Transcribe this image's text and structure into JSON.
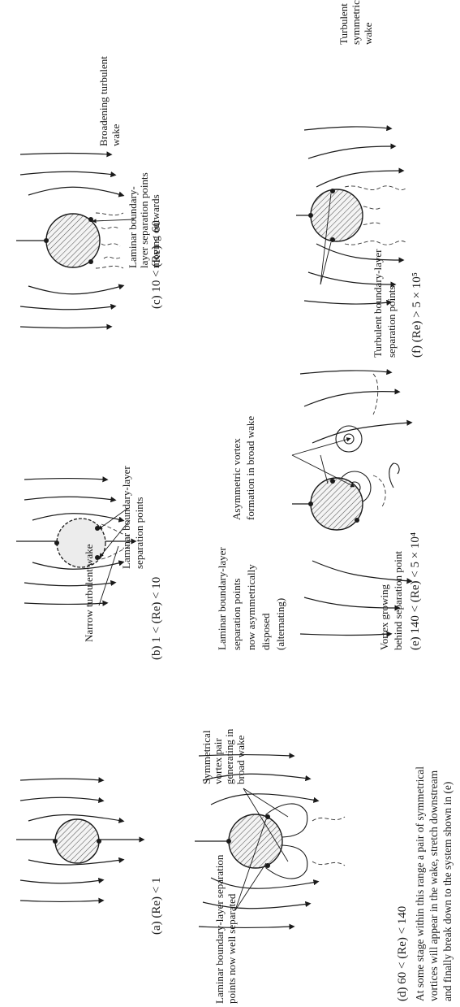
{
  "panels": {
    "a": {
      "caption": "(a) (Re) < 1"
    },
    "b": {
      "caption": "(b) 1 < (Re) < 10",
      "label_sep": [
        "Laminar boundary-layer",
        "separation points"
      ],
      "label_wake": "Narrow turbulent wake"
    },
    "c": {
      "caption": "(c) 10 < (Re) < 60",
      "label_sep": [
        "Laminar boundary-",
        "layer separation points",
        "moving outwards"
      ],
      "label_wake": [
        "Broadening turbulent",
        "wake"
      ]
    },
    "d": {
      "caption": "(d) 60 < (Re) < 140",
      "label_sep": [
        "Laminar boundary-layer separation",
        "points now well separated"
      ],
      "label_vortex": [
        "Symmetrical",
        "vortex pair",
        "generating in",
        "broad wake"
      ],
      "note": [
        "At some stage within this range a pair of symmetrical",
        "vortices will appear in the wake, stretch downstream",
        "and finally break down to the system shown in (e)"
      ]
    },
    "e": {
      "caption": "(e) 140 < (Re) < 5 × 10⁴",
      "label_sep": [
        "Laminar boundary-layer",
        "separation points",
        "now asymmetrically",
        "disposed",
        "(alternating)"
      ],
      "label_vortex": [
        "Asymmetric vortex",
        "formation in broad wake"
      ],
      "label_growing": [
        "Vortex growing",
        "behind separation point"
      ]
    },
    "f": {
      "caption": "(f) (Re) > 5 × 10⁵",
      "label_sep": [
        "Turbulent boundary-layer",
        "separation points"
      ],
      "label_wake": [
        "Turbulent",
        "symmetric",
        "wake"
      ]
    }
  }
}
